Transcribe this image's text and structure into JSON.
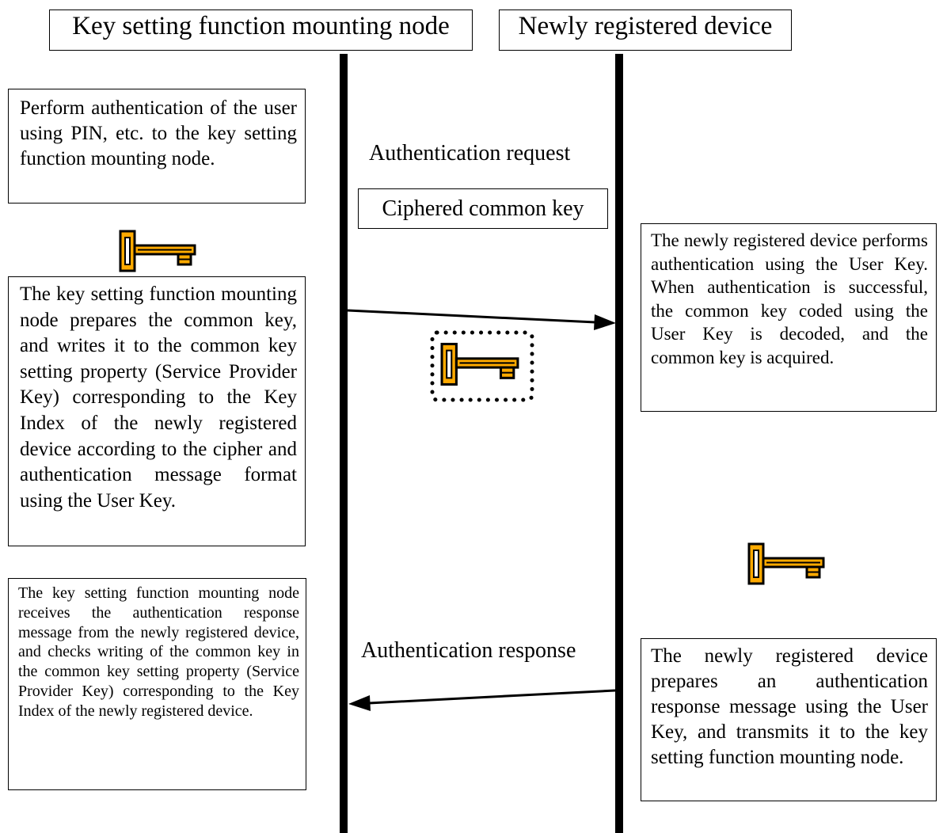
{
  "headers": {
    "left": "Key setting function mounting node",
    "right": "Newly registered device"
  },
  "steps": {
    "user_auth": "Perform authentication of the user using PIN, etc. to the key setting function mounting node.",
    "prepare_common_key": "The key setting function mounting node prepares the common key, and writes it to the common key setting property (Service Provider Key) corresponding to the Key Index of the newly registered device according to the cipher and authentication message format using the User Key.",
    "device_decode": "The newly registered device performs authentication using the User Key. When authentication is successful, the common key coded using the User Key is decoded, and the common key is acquired.",
    "node_check": "The key setting function mounting node receives the authentication response message from the newly registered device, and checks writing of the common key in the common key setting property (Service Provider Key) corresponding to the Key Index of the newly registered device.",
    "device_respond": "The newly registered device prepares an authentication response message using the User Key, and transmits it to the key setting function mounting node."
  },
  "messages": {
    "auth_request": "Authentication request",
    "ciphered_key": "Ciphered common key",
    "auth_response": "Authentication response"
  },
  "colors": {
    "key_fill": "#FFAA00",
    "line": "#000000"
  },
  "icons": [
    "key-icon"
  ]
}
